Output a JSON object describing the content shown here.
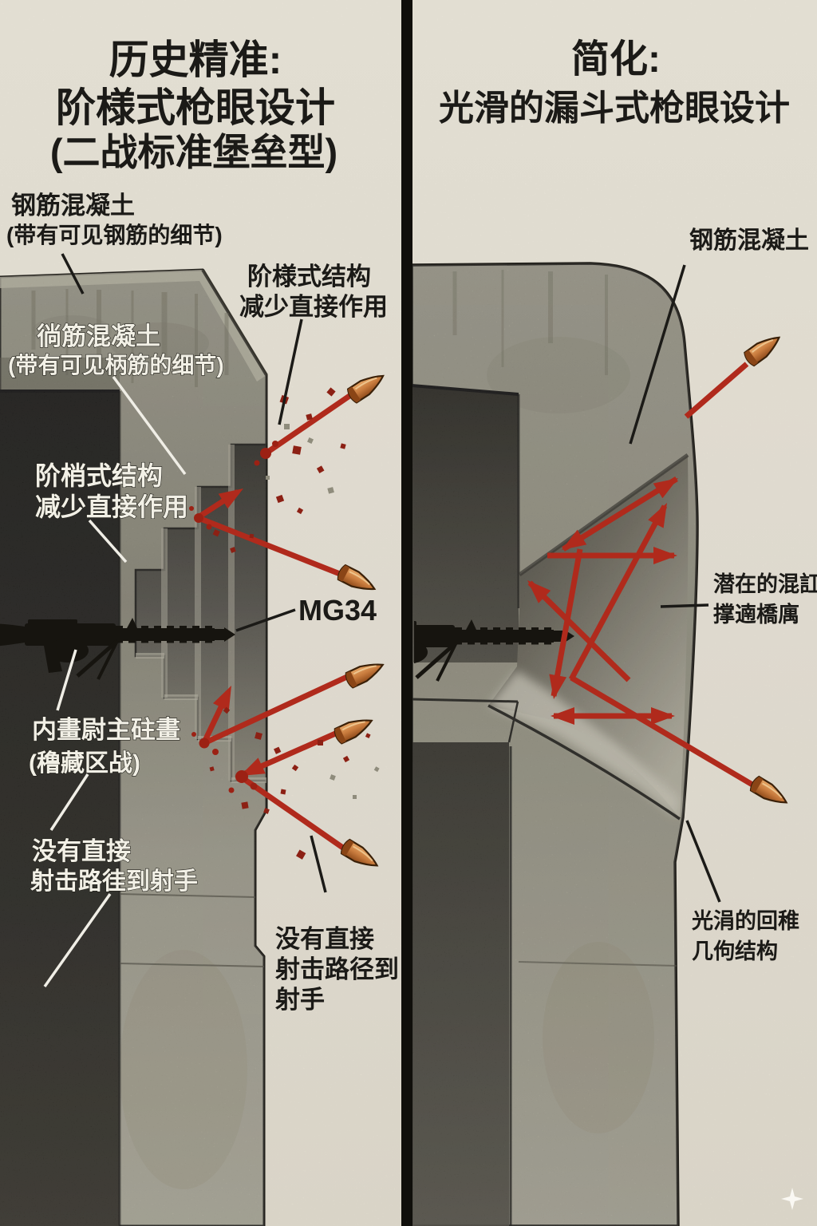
{
  "colors": {
    "paper": "#ebe6da",
    "divider": "#100f0b",
    "concrete_light": "#b5b2a1",
    "concrete_mid": "#9a9787",
    "concrete_dark": "#55524a",
    "interior": "#1b1a15",
    "arrow_red": "#b02a1c",
    "debris_red": "#8c2014",
    "bullet_copper": "#c97c3e",
    "text_dark": "#1b1a17",
    "text_light": "#f2f0e6"
  },
  "left": {
    "title": [
      "历史精准:",
      "阶様式枪眼设计",
      "(二战标准堡垒型)"
    ],
    "labels": {
      "concrete_top": [
        "钢筋混凝土",
        "(带有可见钢筋的细节)"
      ],
      "concrete_inner": [
        "徜筋混凝土",
        "(带有可见柄筋的细节)"
      ],
      "step_outer": [
        "阶様式结构",
        "减少直接作用"
      ],
      "step_shadow": [
        "阶梢式结构",
        "减少直接作用"
      ],
      "gun": "MG34",
      "position": [
        "内畫尉主砫畫",
        "(穞藏区战)"
      ],
      "no_path_inner": [
        "没有直接",
        "射击路徍到射手"
      ],
      "no_path_outer": [
        "没有直接",
        "射击路径到",
        "射手"
      ]
    }
  },
  "right": {
    "title": [
      "简化:",
      "光滑的漏斗式枪眼设计"
    ],
    "labels": {
      "concrete": "钢筋混凝土",
      "ricochet": [
        "潜在的混訌",
        "撑遖橋庽"
      ],
      "cone": [
        "光涓的回稚",
        "几佝结构"
      ]
    }
  }
}
